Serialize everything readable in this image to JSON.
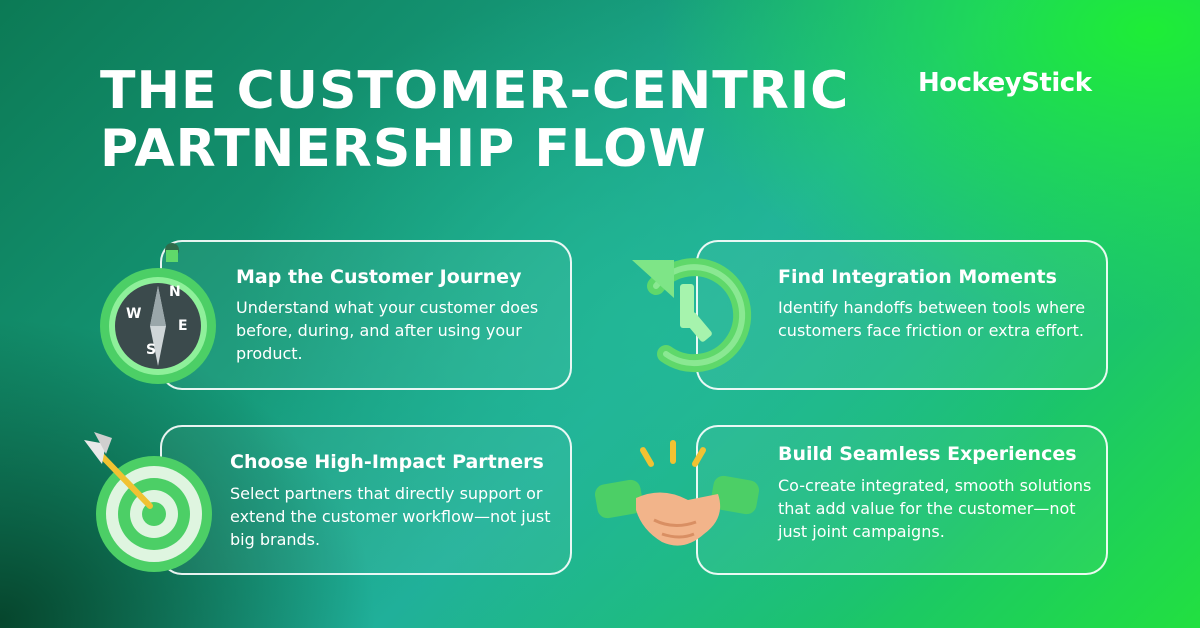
{
  "title": {
    "line1": "THE CUSTOMER-CENTRIC",
    "line2": "PARTNERSHIP FLOW"
  },
  "brand": {
    "logo_text": "HockeyStick"
  },
  "colors": {
    "accent": "#22e040",
    "icon_green": "#5fd86a",
    "text": "#ffffff"
  },
  "steps": [
    {
      "title": "Map the Customer Journey",
      "description": "Understand what your customer does before, during, and after using your product.",
      "icon": "compass-icon",
      "compass": {
        "n": "N",
        "e": "E",
        "s": "S",
        "w": "W"
      }
    },
    {
      "title": "Find Integration Moments",
      "description": "Identify handoffs between tools where customers face friction or extra effort.",
      "icon": "clock-history-icon"
    },
    {
      "title": "Choose High-Impact Partners",
      "description": "Select partners that directly support or extend the customer workflow—not just big brands.",
      "icon": "target-arrow-icon"
    },
    {
      "title": "Build Seamless Experiences",
      "description": "Co-create integrated, smooth solutions that add value for the customer—not just joint campaigns.",
      "icon": "handshake-icon"
    }
  ]
}
